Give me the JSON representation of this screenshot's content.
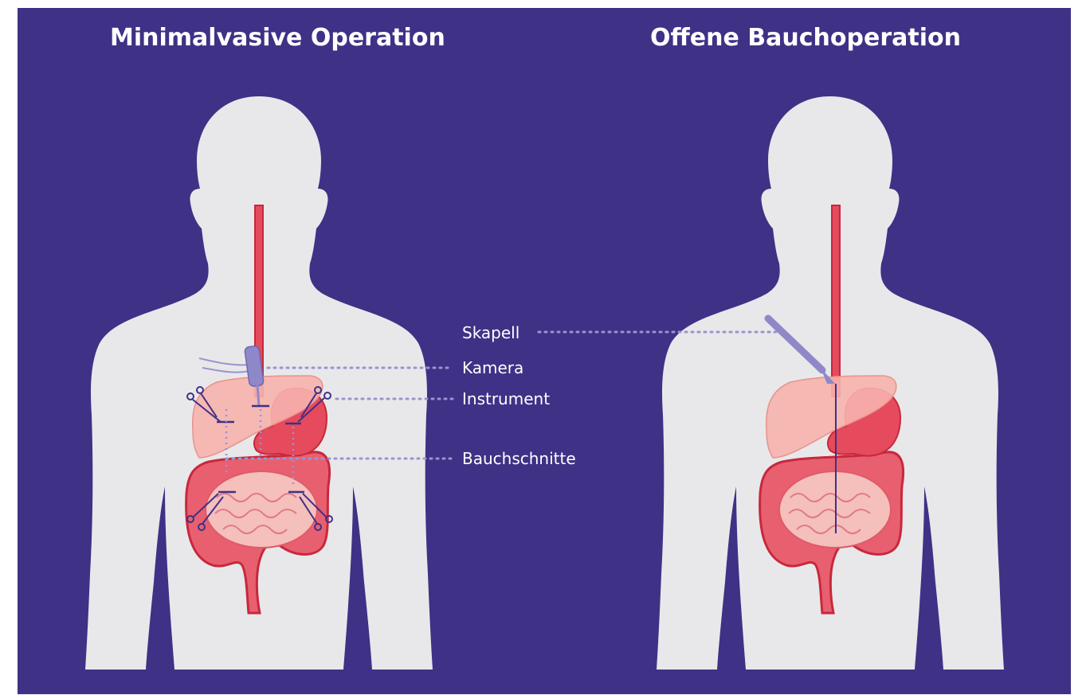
{
  "titles": {
    "left": "Minimalvasive Operation",
    "right": "Offene Bauchoperation"
  },
  "labels": {
    "scalpel": "Skapell",
    "camera": "Kamera",
    "instrument": "Instrument",
    "incisions": "Bauchschnitte"
  },
  "colors": {
    "background": "#3f3186",
    "body": "#e8e8ea",
    "organ_red": "#e64a5d",
    "organ_light": "#f6b3ad",
    "organ_pink": "#f5bfbb",
    "incision_line": "#3f3186",
    "instrument": "#8f88c8",
    "dotted_line": "#9a94cf"
  },
  "icons": {
    "camera": "laparoscope-camera-icon",
    "instrument": "grasper-instrument-icon",
    "scalpel": "scalpel-icon"
  }
}
